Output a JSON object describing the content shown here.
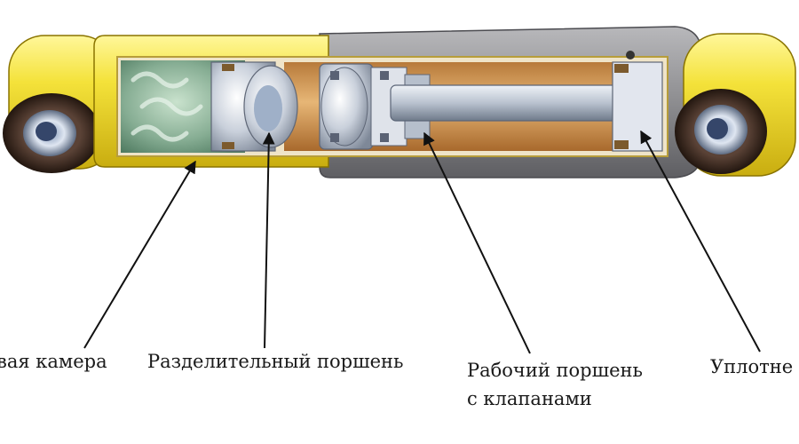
{
  "labels": {
    "gas_chamber": "вая камера",
    "separating_piston": "Разделительный поршень",
    "working_piston_line1": "Рабочий поршень",
    "working_piston_line2": "с клапанами",
    "seal": "Уплотне"
  },
  "colors": {
    "body_yellow": "#f1dc2a",
    "outer_gray": "#8c8c8f",
    "gas_green": "#7fa68a",
    "oil_brown": "#c9924e",
    "rod_silver": "#c7ced8",
    "bushing_dark": "#3b2a22"
  }
}
